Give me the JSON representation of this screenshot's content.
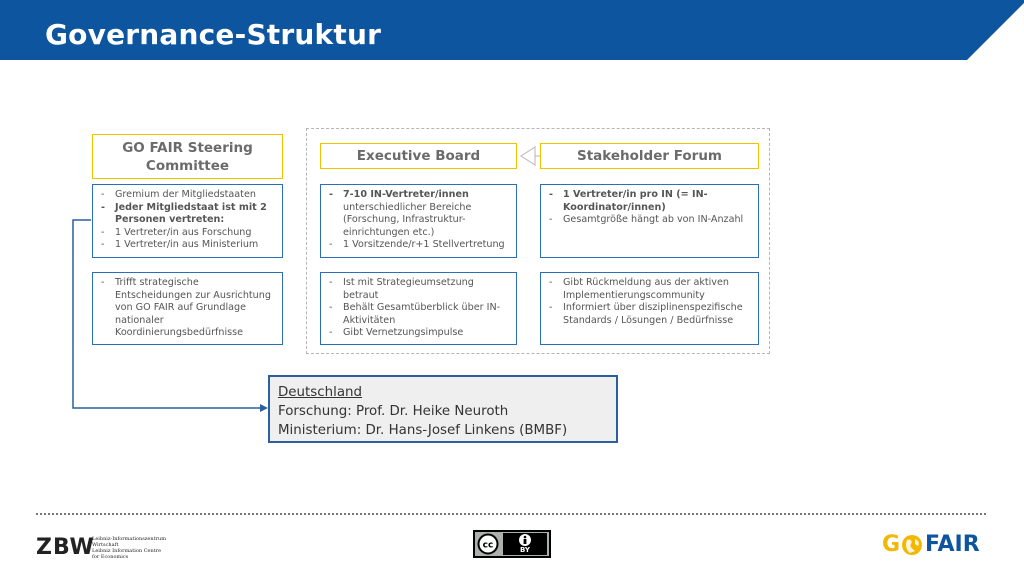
{
  "header": {
    "title": "Governance-Struktur",
    "bg_color": "#0e55a0"
  },
  "steering": {
    "heading": "GO FAIR Steering Committee",
    "items": [
      {
        "text": "Gremium der Mitgliedstaaten",
        "bold": false
      },
      {
        "text": "Jeder Mitgliedstaat ist mit 2 Personen vertreten:",
        "bold": true
      },
      {
        "text": "1 Vertreter/in aus Forschung",
        "bold": false
      },
      {
        "text": "1 Vertreter/in aus Ministerium",
        "bold": false
      }
    ],
    "tasks": [
      {
        "text": "Trifft strategische Entscheidungen zur Ausrichtung von GO FAIR auf Grundlage nationaler Koordinierungsbedürfnisse",
        "bold": false
      }
    ]
  },
  "executive": {
    "heading": "Executive Board",
    "items": [
      {
        "text": "7-10 IN-Vertreter/innen",
        "bold": true
      },
      {
        "text": "unterschiedlicher Bereiche (Forschung, Infrastruktur-einrichtungen etc.)",
        "bold": false,
        "cont": true
      },
      {
        "text": "1 Vorsitzende/r+1 Stellvertretung",
        "bold": false
      }
    ],
    "tasks": [
      {
        "text": "Ist mit Strategieumsetzung betraut",
        "bold": false
      },
      {
        "text": "Behält Gesamtüberblick über IN-Aktivitäten",
        "bold": false
      },
      {
        "text": "Gibt Vernetzungsimpulse",
        "bold": false
      }
    ]
  },
  "stakeholder": {
    "heading": "Stakeholder Forum",
    "items": [
      {
        "text": "1 Vertreter/in pro IN (= IN-Koordinator/innen)",
        "bold": true
      },
      {
        "text": "Gesamtgröße hängt ab von IN-Anzahl",
        "bold": false
      }
    ],
    "tasks": [
      {
        "text": "Gibt Rückmeldung aus der aktiven Implementierungscommunity",
        "bold": false
      },
      {
        "text": "Informiert über disziplinenspezifische Standards / Lösungen / Bedürfnisse",
        "bold": false
      }
    ]
  },
  "germany": {
    "country": "Deutschland",
    "research": "Forschung: Prof. Dr. Heike Neuroth",
    "ministry": "Ministerium: Dr. Hans-Josef Linkens (BMBF)"
  },
  "footer": {
    "zbw_logo": "ZBW",
    "zbw_text": "Leibniz-Informationszentrum\nWirtschaft\nLeibniz Information Centre\nfor Economics",
    "cc_label": "BY",
    "gofair_go": "G",
    "gofair_fair": "FAIR"
  },
  "colors": {
    "gold": "#f2c200",
    "blue": "#2c6fb8",
    "navy": "#0e55a0"
  }
}
